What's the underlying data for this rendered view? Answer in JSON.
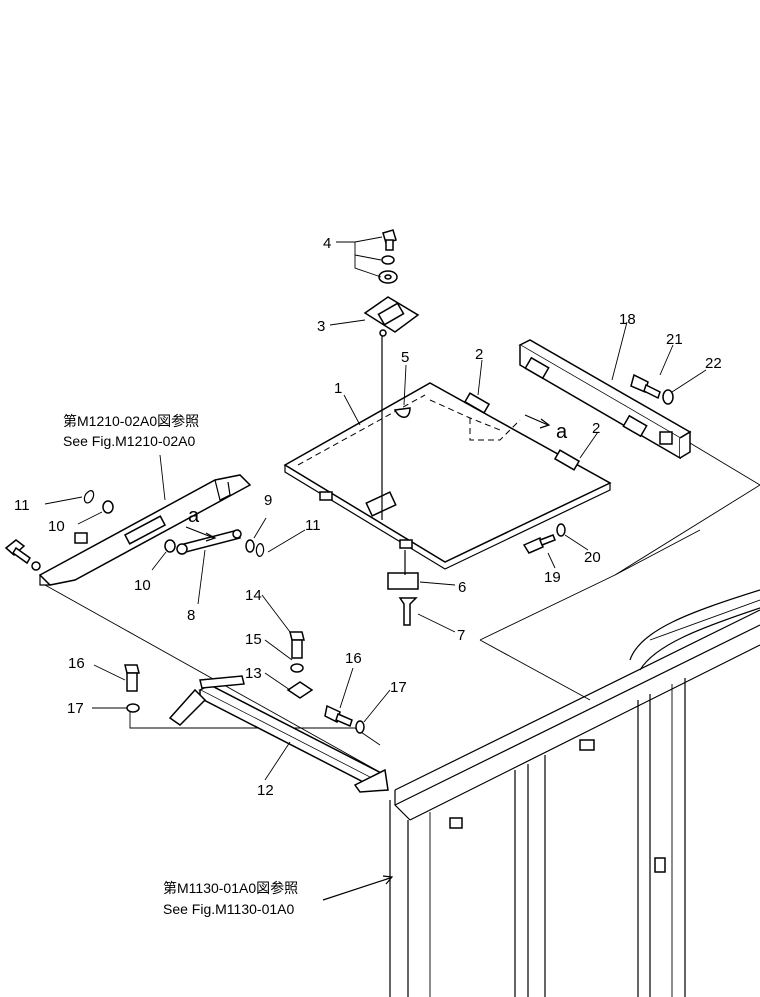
{
  "callouts": [
    {
      "id": "1",
      "label": "1"
    },
    {
      "id": "2a",
      "label": "2"
    },
    {
      "id": "2b",
      "label": "2"
    },
    {
      "id": "3",
      "label": "3"
    },
    {
      "id": "4",
      "label": "4"
    },
    {
      "id": "5",
      "label": "5"
    },
    {
      "id": "6",
      "label": "6"
    },
    {
      "id": "7",
      "label": "7"
    },
    {
      "id": "8",
      "label": "8"
    },
    {
      "id": "9",
      "label": "9"
    },
    {
      "id": "10a",
      "label": "10"
    },
    {
      "id": "10b",
      "label": "10"
    },
    {
      "id": "11a",
      "label": "11"
    },
    {
      "id": "11b",
      "label": "11"
    },
    {
      "id": "12",
      "label": "12"
    },
    {
      "id": "13",
      "label": "13"
    },
    {
      "id": "14",
      "label": "14"
    },
    {
      "id": "15",
      "label": "15"
    },
    {
      "id": "16a",
      "label": "16"
    },
    {
      "id": "16b",
      "label": "16"
    },
    {
      "id": "17a",
      "label": "17"
    },
    {
      "id": "17b",
      "label": "17"
    },
    {
      "id": "18",
      "label": "18"
    },
    {
      "id": "19",
      "label": "19"
    },
    {
      "id": "20",
      "label": "20"
    },
    {
      "id": "21",
      "label": "21"
    },
    {
      "id": "22",
      "label": "22"
    }
  ],
  "view_markers": {
    "a1": "a",
    "a2": "a"
  },
  "references": {
    "upper_jp": "第M1210-02A0図参照",
    "upper_en": "See Fig.M1210-02A0",
    "lower_jp": "第M1130-01A0図参照",
    "lower_en": "See Fig.M1130-01A0"
  }
}
